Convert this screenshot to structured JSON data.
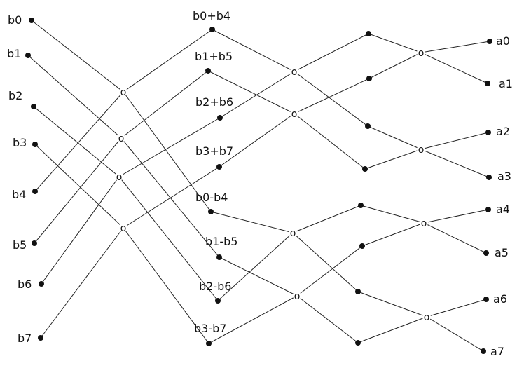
{
  "diagram": {
    "inputs": [
      "b0",
      "b1",
      "b2",
      "b3",
      "b4",
      "b5",
      "b6",
      "b7"
    ],
    "stage1_outputs": [
      "b0+b4",
      "b1+b5",
      "b2+b6",
      "b3+b7",
      "b0-b4",
      "b1-b5",
      "b2-b6",
      "b3-b7"
    ],
    "outputs": [
      "a0",
      "a1",
      "a2",
      "a3",
      "a4",
      "a5",
      "a6",
      "a7"
    ],
    "operator_symbol": "o",
    "butterflies": [
      {
        "stage": 1,
        "a": "b0",
        "b": "b4",
        "sum": "b0+b4",
        "diff": "b0-b4"
      },
      {
        "stage": 1,
        "a": "b1",
        "b": "b5",
        "sum": "b1+b5",
        "diff": "b1-b5"
      },
      {
        "stage": 1,
        "a": "b2",
        "b": "b6",
        "sum": "b2+b6",
        "diff": "b2-b6"
      },
      {
        "stage": 1,
        "a": "b3",
        "b": "b7",
        "sum": "b3+b7",
        "diff": "b3-b7"
      },
      {
        "stage": 2,
        "a": "b0+b4",
        "b": "b2+b6"
      },
      {
        "stage": 2,
        "a": "b1+b5",
        "b": "b3+b7"
      },
      {
        "stage": 2,
        "a": "b0-b4",
        "b": "b2-b6"
      },
      {
        "stage": 2,
        "a": "b1-b5",
        "b": "b3-b7"
      },
      {
        "stage": 3,
        "outputs": [
          "a0",
          "a1"
        ]
      },
      {
        "stage": 3,
        "outputs": [
          "a2",
          "a3"
        ]
      },
      {
        "stage": 3,
        "outputs": [
          "a4",
          "a5"
        ]
      },
      {
        "stage": 3,
        "outputs": [
          "a6",
          "a7"
        ]
      }
    ]
  }
}
